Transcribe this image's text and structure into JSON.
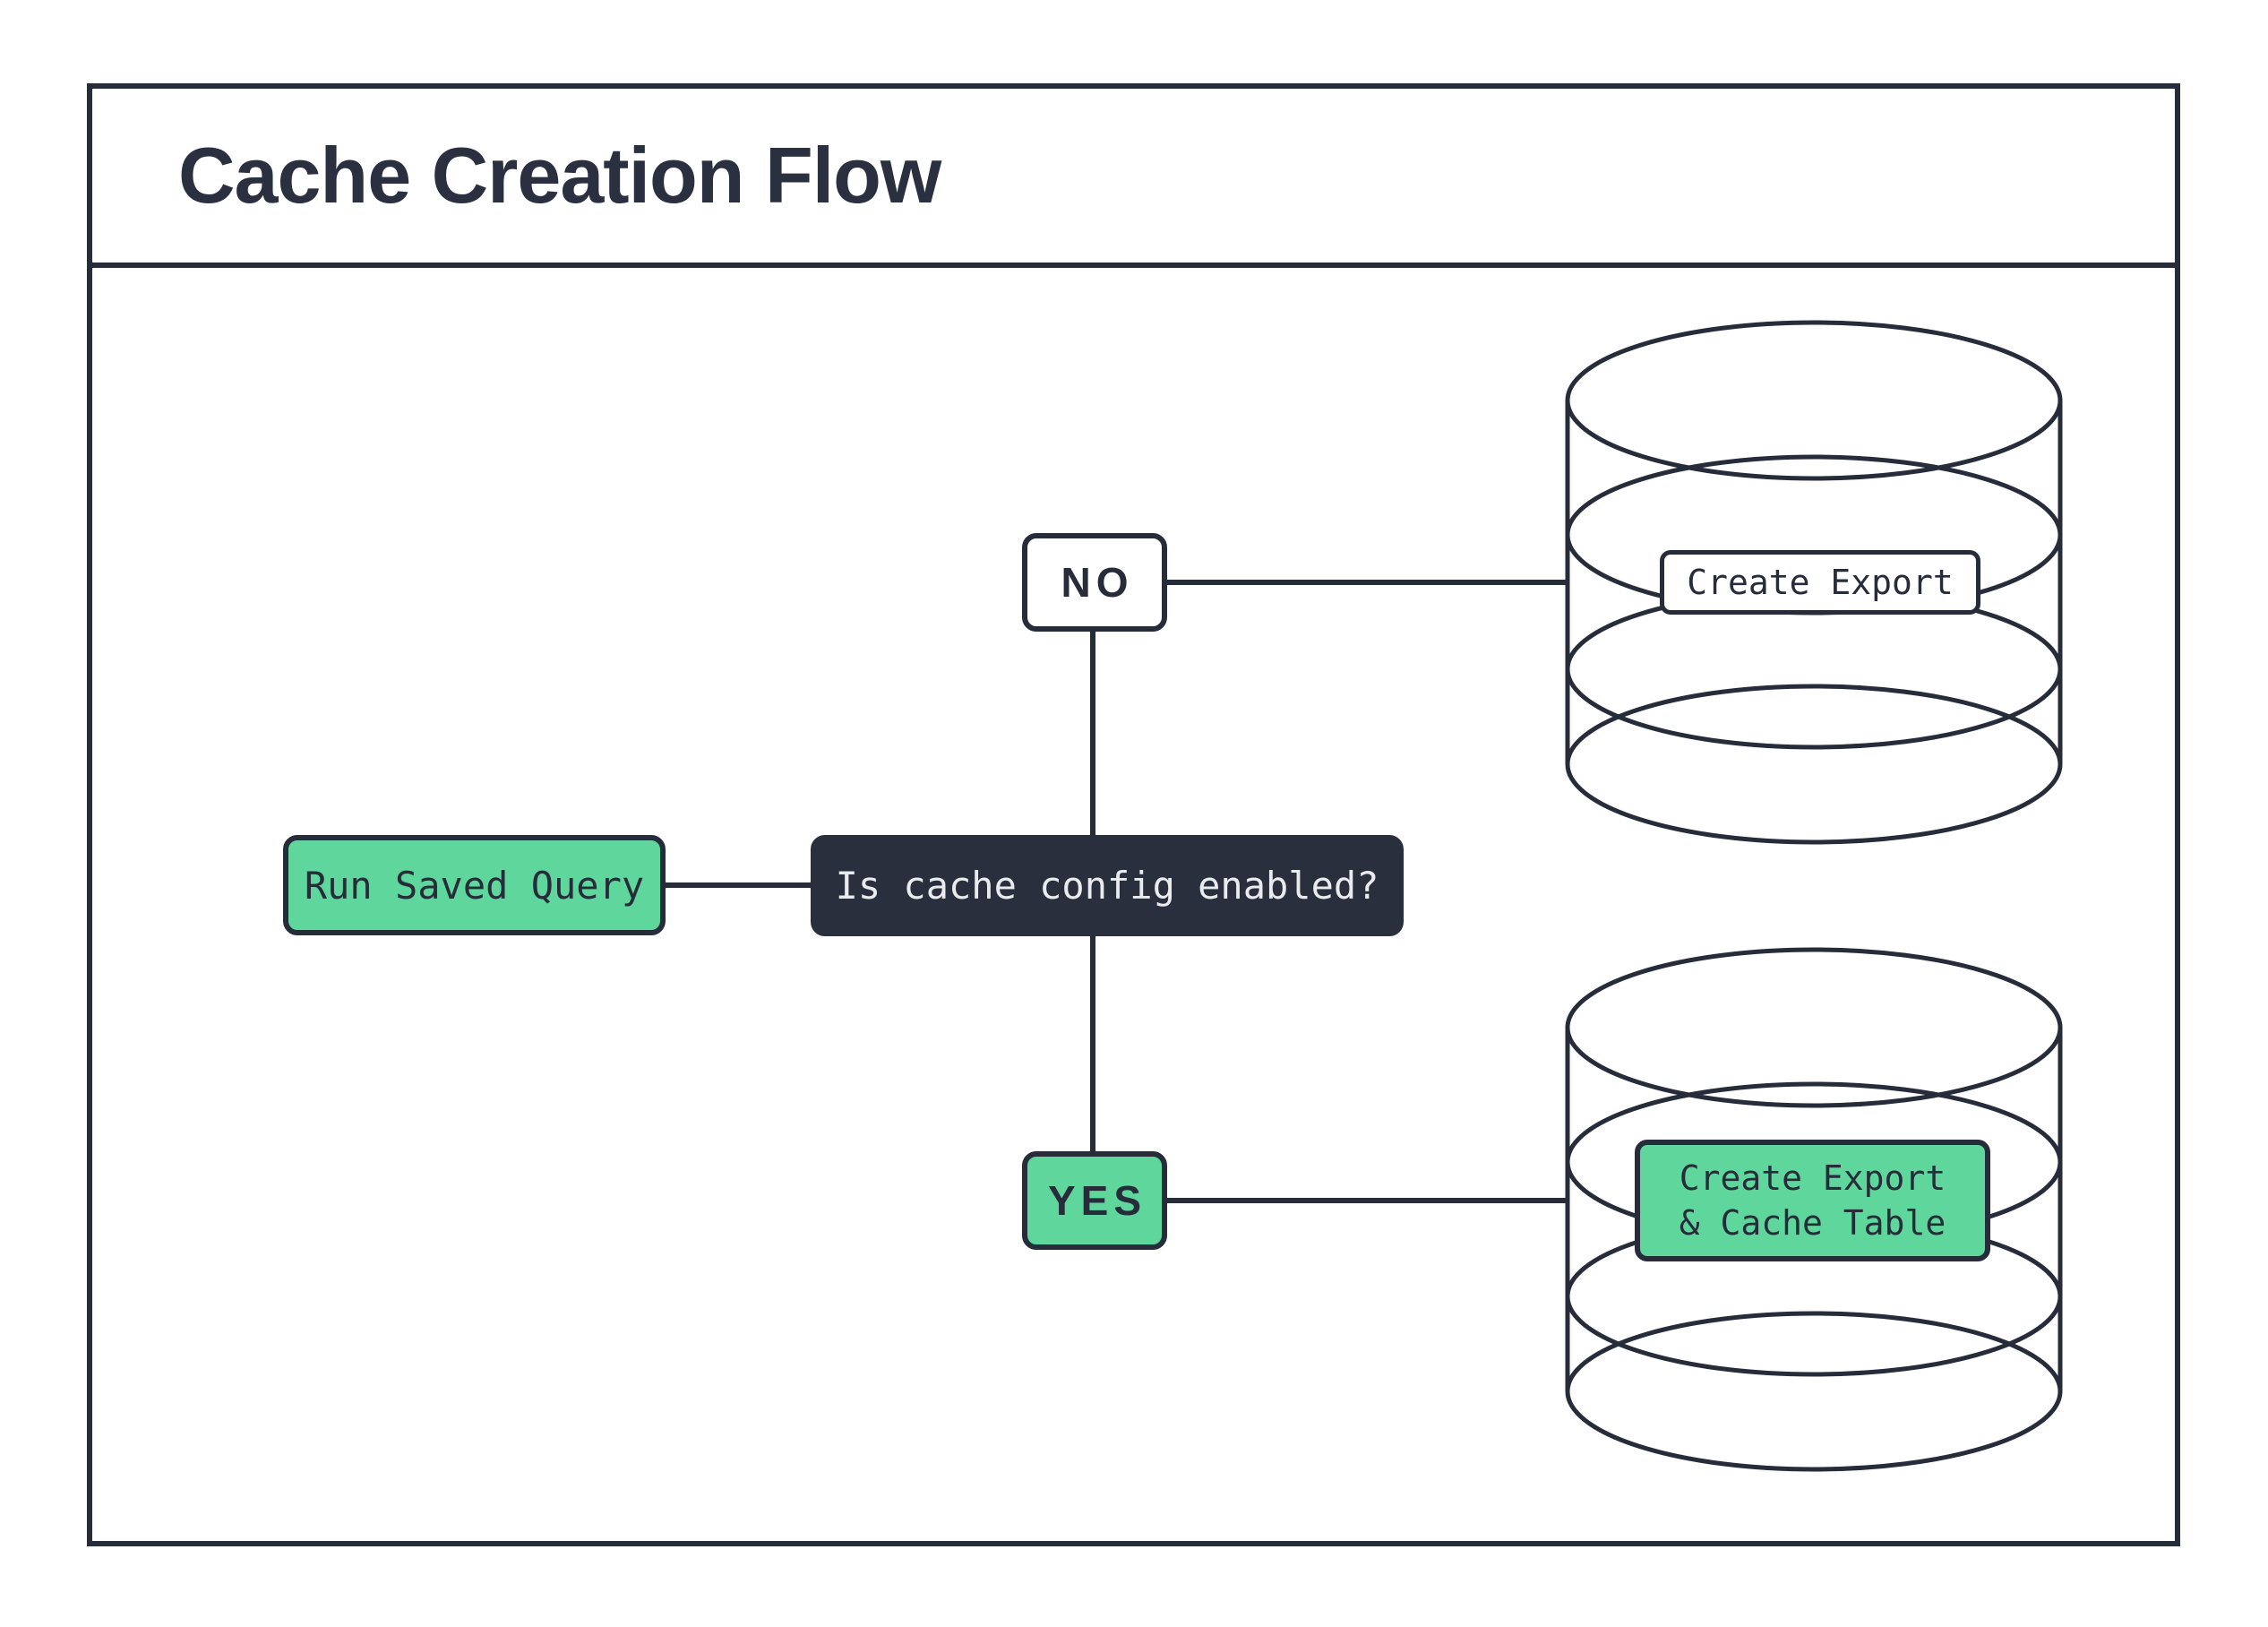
{
  "title": "Cache Creation Flow",
  "colors": {
    "ink": "#272c3a",
    "green": "#5fd69c",
    "paper": "#ffffff",
    "decision_text": "#e9ebee"
  },
  "flowchart": {
    "start": {
      "label": "Run Saved Query"
    },
    "decision": {
      "label": "Is cache config enabled?"
    },
    "branch_no": {
      "label": "NO"
    },
    "branch_yes": {
      "label": "YES"
    },
    "no_outcome": {
      "label": "Create Export",
      "icon": "database-cylinder-icon"
    },
    "yes_outcome": {
      "line1": "Create Export",
      "line2": "& Cache Table",
      "icon": "database-cylinder-icon"
    }
  }
}
